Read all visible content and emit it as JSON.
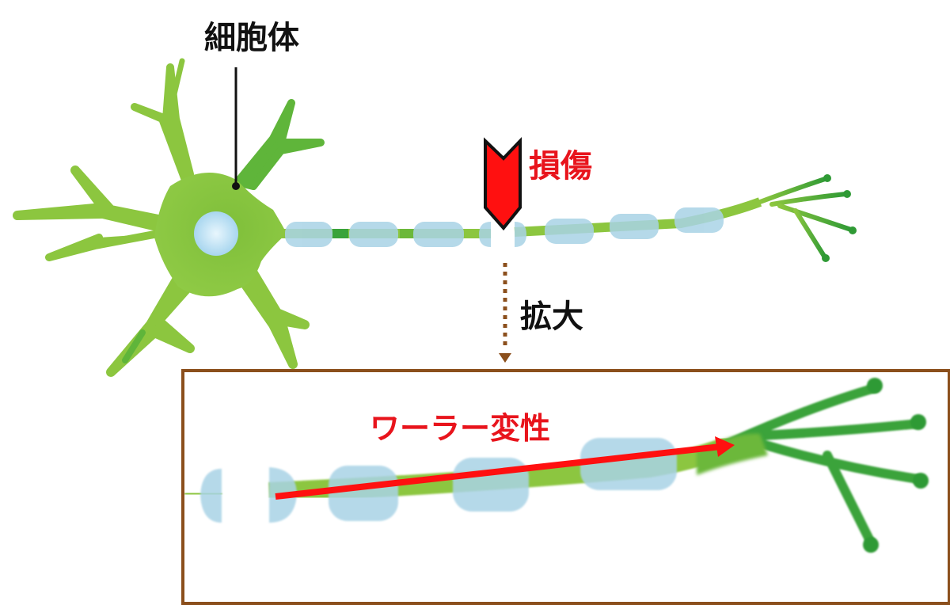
{
  "labels": {
    "cell_body": "細胞体",
    "injury": "損傷",
    "magnify": "拡大",
    "wallerian_degeneration": "ワーラー変性"
  },
  "colors": {
    "neuron_green_light": "#8cc63f",
    "neuron_green_dark": "#3aa33a",
    "myelin_blue": "#a9d3e6",
    "nucleus_blue": "#bfe3f5",
    "injury_red": "#ff1010",
    "label_red": "#e8141c",
    "zoom_border_brown": "#8b4f1c",
    "text_black": "#111111"
  }
}
